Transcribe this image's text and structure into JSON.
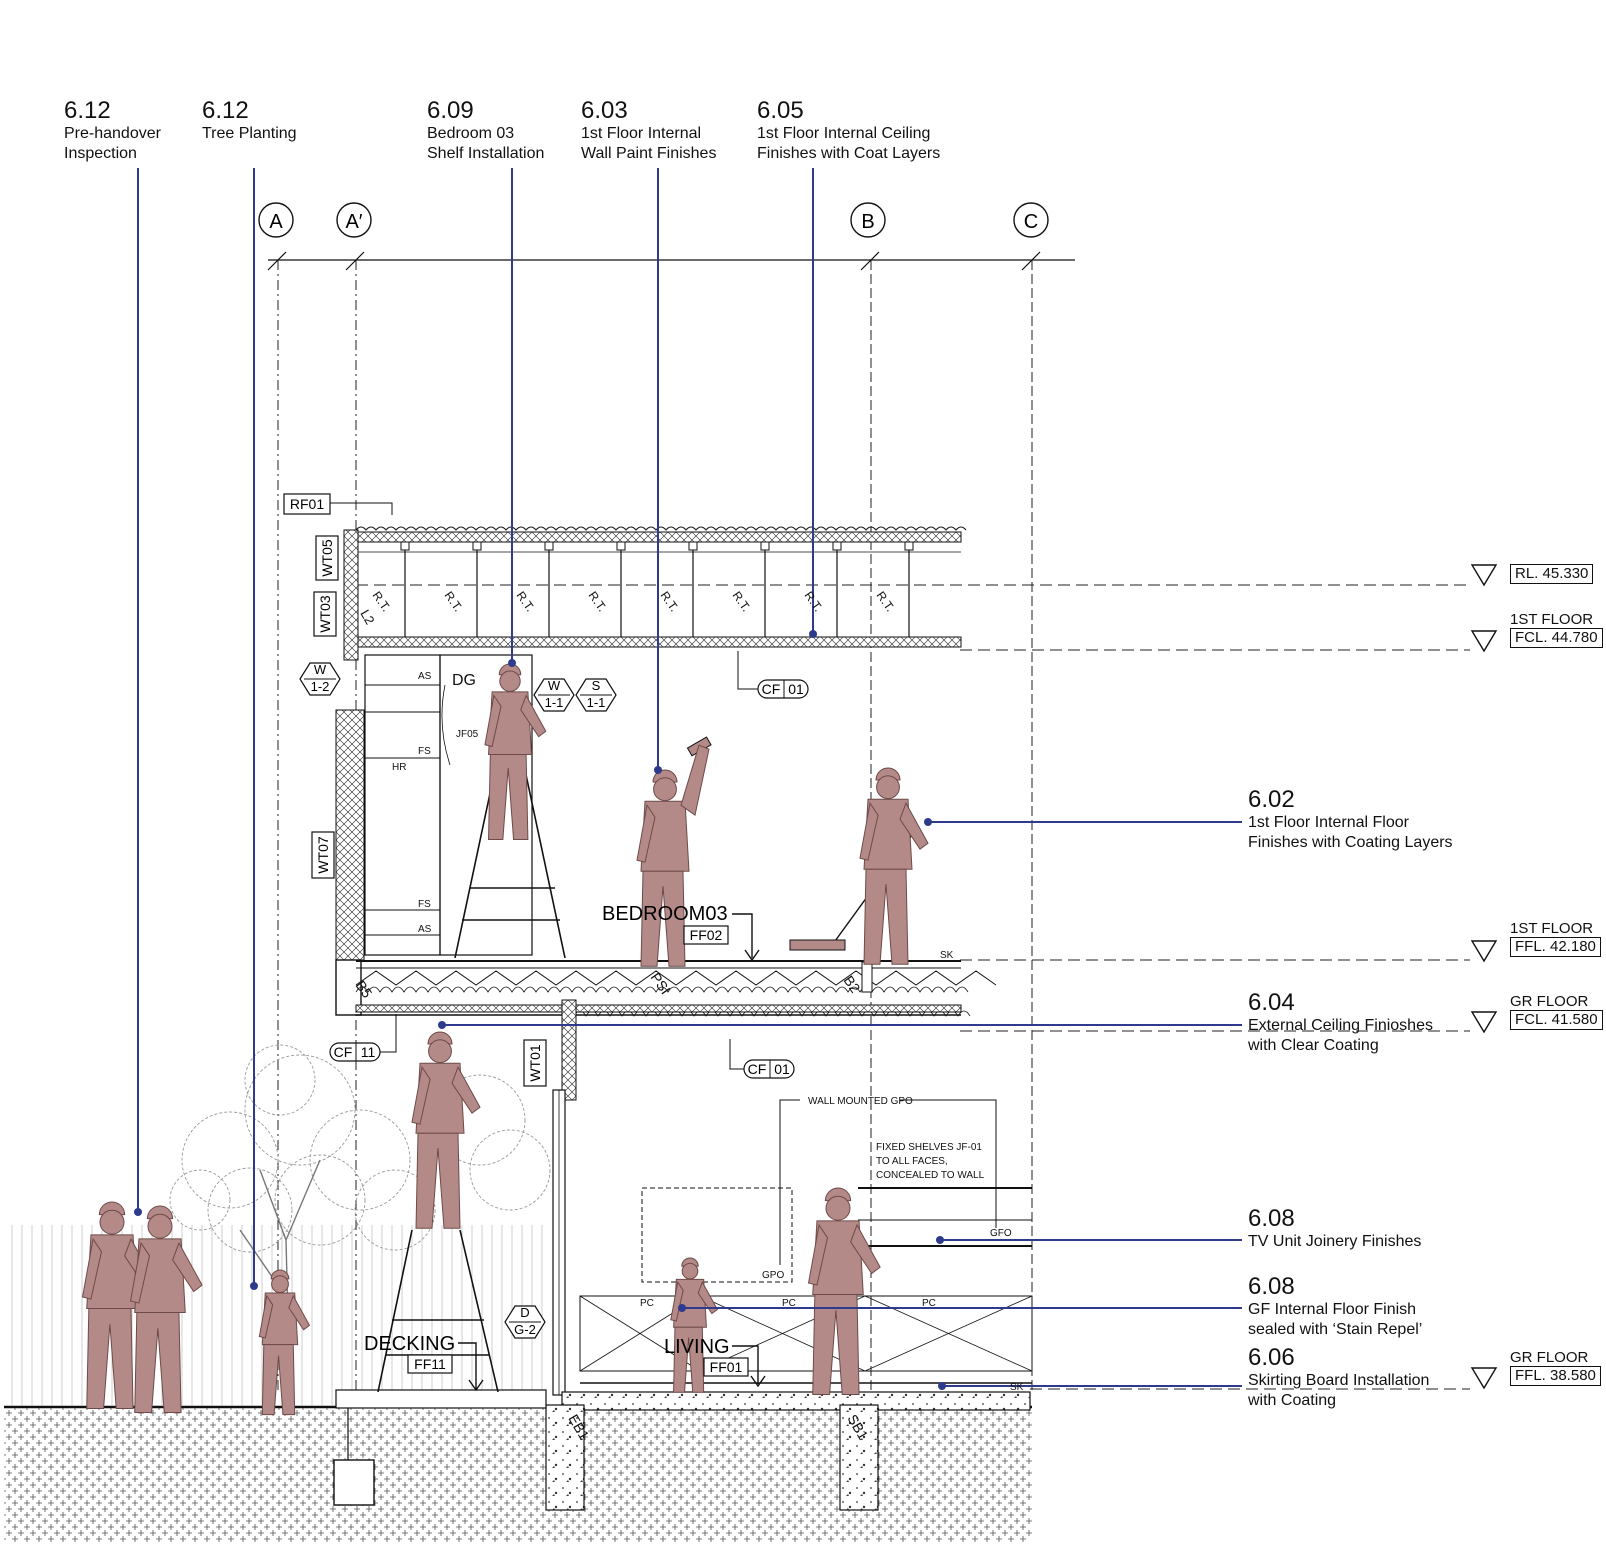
{
  "callouts_top": [
    {
      "num": "6.12",
      "label": "Pre-handover\nInspection"
    },
    {
      "num": "6.12",
      "label": "Tree Planting"
    },
    {
      "num": "6.09",
      "label": "Bedroom 03\nShelf Installation"
    },
    {
      "num": "6.03",
      "label": "1st Floor Internal\nWall Paint Finishes"
    },
    {
      "num": "6.05",
      "label": "1st Floor Internal Ceiling\nFinishes with Coat Layers"
    }
  ],
  "callouts_right": [
    {
      "num": "6.02",
      "label": "1st Floor Internal Floor\nFinishes with Coating Layers"
    },
    {
      "num": "6.04",
      "label": "External Ceiling Finioshes\nwith Clear Coating"
    },
    {
      "num": "6.08",
      "label": "TV Unit Joinery Finishes"
    },
    {
      "num": "6.08",
      "label": "GF Internal Floor Finish\nsealed with ‘Stain Repel’"
    },
    {
      "num": "6.06",
      "label": "Skirting Board Installation\nwith Coating"
    }
  ],
  "grid_labels": [
    "A",
    "A′",
    "B",
    "C"
  ],
  "levels": [
    {
      "name": "",
      "value": "RL. 45.330"
    },
    {
      "name": "1ST FLOOR",
      "value": "FCL. 44.780"
    },
    {
      "name": "1ST FLOOR",
      "value": "FFL. 42.180"
    },
    {
      "name": "GR FLOOR",
      "value": "FCL. 41.580"
    },
    {
      "name": "GR FLOOR",
      "value": "FFL. 38.580"
    }
  ],
  "rooms": {
    "bedroom": "BEDROOM03",
    "bedroom_code": "FF02",
    "living": "LIVING",
    "living_code": "FF01",
    "decking": "DECKING",
    "decking_code": "FF11"
  },
  "tags": {
    "rf01": "RF01",
    "wt05": "WT05",
    "wt03": "WT03",
    "wt07": "WT07",
    "wt01": "WT01",
    "w12_top": "W",
    "w12_bot": "1-2",
    "w11_top": "W",
    "w11_bot": "1-1",
    "s11_top": "S",
    "s11_bot": "1-1",
    "dg2_top": "D",
    "dg2_bot": "G-2",
    "cf01_a": "CF",
    "cf01_b": "01",
    "cf11_a": "CF",
    "cf11_b": "11",
    "rt": "R.T.",
    "dg": "DG",
    "as": "AS",
    "fs": "FS",
    "hr": "HR",
    "jf05": "JF05",
    "sk": "SK",
    "b5": "B5",
    "b2": "B2",
    "psi": "PSI",
    "eb1": "EB1",
    "sb1": "SB1",
    "l2": "L2",
    "pc": "PC",
    "gpo": "GPO",
    "gfo": "GFO",
    "wall_mounted_gpo": "WALL MOUNTED GPO",
    "fixed_shelves": "FIXED SHELVES JF-01\nTO ALL FACES,\nCONCEALED TO WALL"
  },
  "colors": {
    "leader": "#2e3a8c",
    "figure": "#b48a88",
    "figure_dark": "#6e4a48",
    "line": "#111111"
  }
}
